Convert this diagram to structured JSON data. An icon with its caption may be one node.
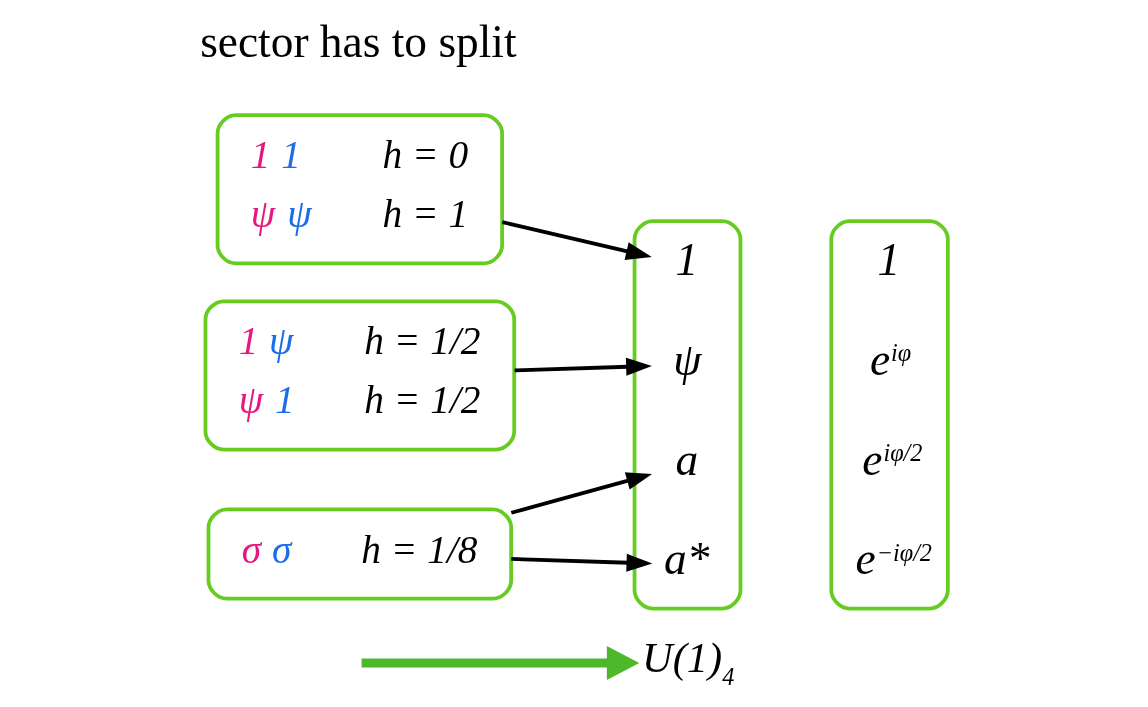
{
  "diagram": {
    "nodes": [
      {
        "text": [
          "U(1)$_{4}$"
        ]
      },
      {
        "text": [
          "1 1",
          "h = 0",
          "ψ ψ",
          "h = 1"
        ]
      },
      {
        "text": [
          "1 ψ",
          "h = 1/2",
          "ψ 1",
          "h = 1/2"
        ]
      },
      {
        "text": [
          "σ σ",
          "h = 1/8"
        ]
      },
      {
        "text": [],
        "shape": "box"
      },
      {
        "text": [
          "1"
        ],
        "in": 4
      },
      {
        "text": [
          "ψ"
        ],
        "in": 4
      },
      {
        "text": [
          "a"
        ],
        "in": 4
      },
      {
        "text": [
          "a*"
        ],
        "in": 4
      },
      {
        "text": [],
        "shape": "box"
      },
      {
        "text": [
          "1"
        ],
        "in": 9
      },
      {
        "text": [
          "e$^{iφ}$"
        ],
        "in": 9
      },
      {
        "text": [
          "e$^{iφ/2}$"
        ],
        "in": 9
      },
      {
        "text": [
          "e$^{−iφ/2}$"
        ],
        "in": 9
      }
    ],
    "edges": [
      {
        "from": null,
        "to": 0,
        "arrow": "to",
        "style": "thick",
        "color": "#4cb82a"
      },
      {
        "from": 1,
        "to": 5,
        "arrow": "to"
      },
      {
        "from": 2,
        "to": 6,
        "arrow": "to"
      },
      {
        "from": 3,
        "to": 7,
        "arrow": "to"
      },
      {
        "from": 3,
        "to": 8,
        "arrow": "to"
      }
    ],
    "labels": [
      "sector has to split"
    ]
  }
}
